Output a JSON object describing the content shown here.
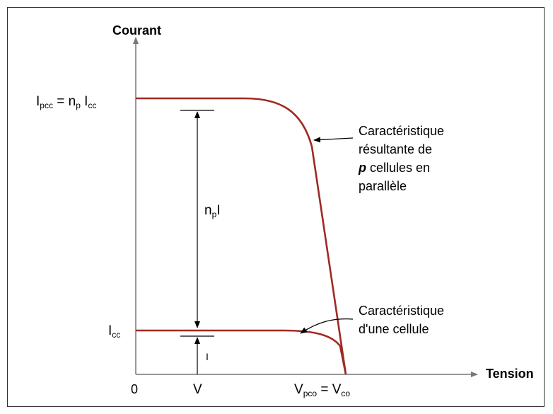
{
  "axes": {
    "y_label": "Courant",
    "x_label": "Tension",
    "origin_label": "0"
  },
  "labels": {
    "ipcc_main": "I",
    "ipcc_sub": "pcc",
    "ipcc_eq": " = n",
    "ipcc_np_sub": "p",
    "ipcc_icc": " I",
    "ipcc_icc_sub": "cc",
    "icc_main": "I",
    "icc_sub": "cc",
    "v_label": "V",
    "vpco_main": "V",
    "vpco_sub": "pco",
    "vpco_eq": " = V",
    "vco_sub": "co",
    "npi_main": "n",
    "npi_sub": "p",
    "npi_tail": "I",
    "i_label": "I"
  },
  "annotations": {
    "parallel": {
      "line1": "Caractéristique",
      "line2": "résultante de",
      "line3_bold": "p",
      "line3_rest": " cellules en",
      "line4": "parallèle"
    },
    "single": {
      "line1": "Caractéristique",
      "line2": "d'une cellule"
    }
  },
  "colors": {
    "curve": "#9e2a22",
    "axis": "#777777",
    "text": "#000000"
  }
}
